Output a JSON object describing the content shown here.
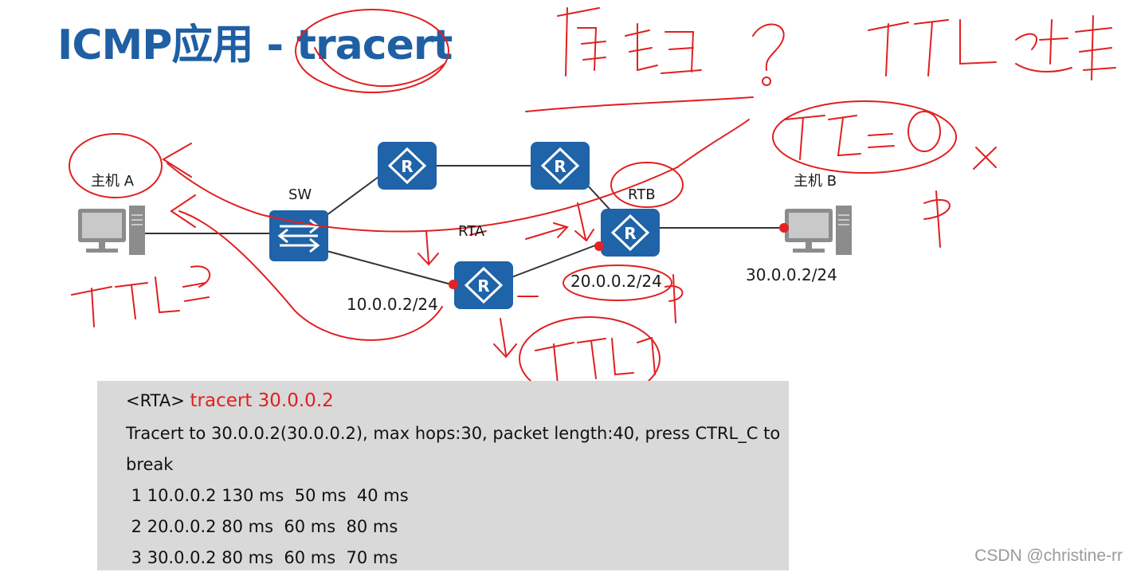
{
  "title": "ICMP应用 - tracert",
  "labels": {
    "host_a": "主机 A",
    "host_b": "主机 B",
    "sw": "SW",
    "rta": "RTA",
    "rtb": "RTB",
    "ip_rta": "10.0.0.2/24",
    "ip_rtb": "20.0.0.2/24",
    "ip_hostb": "30.0.0.2/24"
  },
  "cli": {
    "prompt": "<RTA>",
    "command": "tracert 30.0.0.2",
    "line1": "Tracert to 30.0.0.2(30.0.0.2), max hops:30, packet length:40, press CTRL_C to",
    "line2": "break",
    "hop1": " 1 10.0.0.2 130 ms  50 ms  40 ms",
    "hop2": " 2 20.0.0.2 80 ms  60 ms  80 ms",
    "hop3": " 3 30.0.0.2 80 ms  60 ms  70 ms"
  },
  "watermark": "CSDN @christine-rr",
  "colors": {
    "title": "#1f5fa3",
    "device": "#1f63a8",
    "annotation": "#e02020",
    "cli_bg": "#d9d9d9",
    "command": "#e02020"
  },
  "icons": {
    "host_a": "computer-icon",
    "host_b": "computer-icon",
    "switch": "switch-icon",
    "router": "router-icon"
  }
}
